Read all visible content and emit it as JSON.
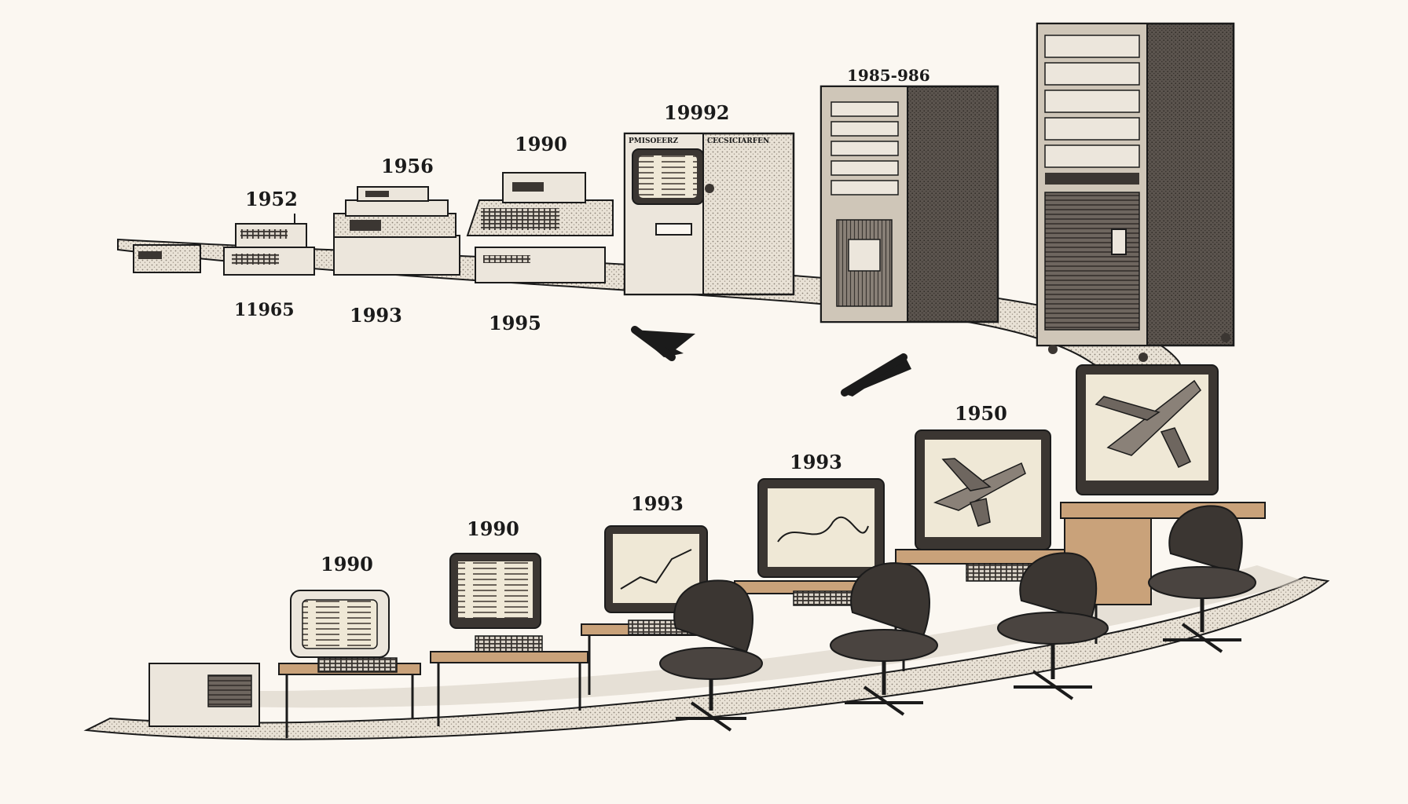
{
  "top_row": {
    "upper_labels": [
      "1952",
      "1956",
      "1990",
      "19992",
      "1985-986"
    ],
    "lower_labels": [
      "11965",
      "1993",
      "1995"
    ],
    "machine_panel_text": [
      "PMISOEERZ",
      "CECSICIARFEN"
    ]
  },
  "bottom_row": {
    "labels": [
      "1990",
      "1990",
      "1993",
      "1993",
      "1950"
    ]
  },
  "colors": {
    "background": "#fbf7f1",
    "ink": "#1b1b1b",
    "metal_light": "#ece6dc",
    "metal_mid": "#cfc6b8",
    "metal_dark": "#4a4440",
    "desk_wood": "#c9a27a",
    "screen_glow": "#efe8d6"
  },
  "icons": [
    "arrow-down-left-icon",
    "arrow-down-left-icon",
    "fighter-jet-icon"
  ]
}
